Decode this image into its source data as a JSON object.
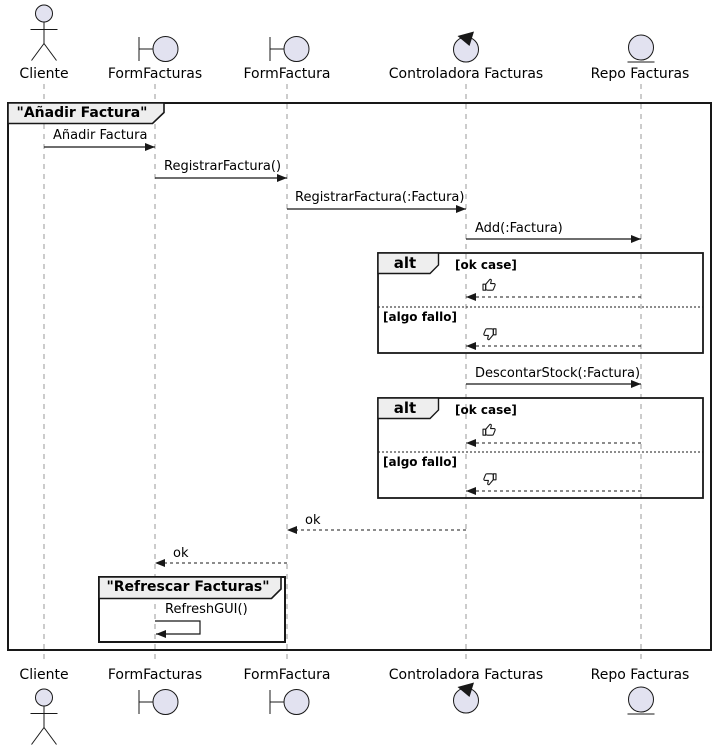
{
  "diagram": {
    "type": "uml-sequence",
    "frame_title": "\"Añadir Factura\""
  },
  "colors": {
    "background": "#FFFFFF",
    "participant_fill": "#E2E2F0",
    "stroke": "#181818",
    "frame_label_bg": "#EEEEEE",
    "lifeline": "#999999"
  },
  "participants": [
    {
      "name": "Cliente",
      "icon": "actor-icon"
    },
    {
      "name": "FormFacturas",
      "icon": "boundary-icon"
    },
    {
      "name": "FormFactura",
      "icon": "boundary-icon"
    },
    {
      "name": "Controladora Facturas",
      "icon": "control-icon"
    },
    {
      "name": "Repo Facturas",
      "icon": "entity-icon"
    }
  ],
  "messages": [
    {
      "label": "Añadir Factura",
      "from": "Cliente",
      "to": "FormFacturas",
      "line": "solid"
    },
    {
      "label": "RegistrarFactura()",
      "from": "FormFacturas",
      "to": "FormFactura",
      "line": "solid"
    },
    {
      "label": "RegistrarFactura(:Factura)",
      "from": "FormFactura",
      "to": "Controladora Facturas",
      "line": "solid"
    },
    {
      "label": "Add(:Factura)",
      "from": "Controladora Facturas",
      "to": "Repo Facturas",
      "line": "solid"
    },
    {
      "label": "DescontarStock(:Factura)",
      "from": "Controladora Facturas",
      "to": "Repo Facturas",
      "line": "solid"
    },
    {
      "label": "ok",
      "from": "Controladora Facturas",
      "to": "FormFactura",
      "line": "dashed"
    },
    {
      "label": "ok",
      "from": "FormFactura",
      "to": "FormFacturas",
      "line": "dashed"
    }
  ],
  "alt_fragments": [
    {
      "operator": "alt",
      "sections": [
        {
          "guard": "[ok case]",
          "reply_icon": "thumbs-up-icon"
        },
        {
          "guard": "[algo fallo]",
          "reply_icon": "thumbs-down-icon"
        }
      ]
    },
    {
      "operator": "alt",
      "sections": [
        {
          "guard": "[ok case]",
          "reply_icon": "thumbs-up-icon"
        },
        {
          "guard": "[algo fallo]",
          "reply_icon": "thumbs-down-icon"
        }
      ]
    }
  ],
  "refresh_frame": {
    "title": "\"Refrescar Facturas\"",
    "message": "RefreshGUI()"
  }
}
